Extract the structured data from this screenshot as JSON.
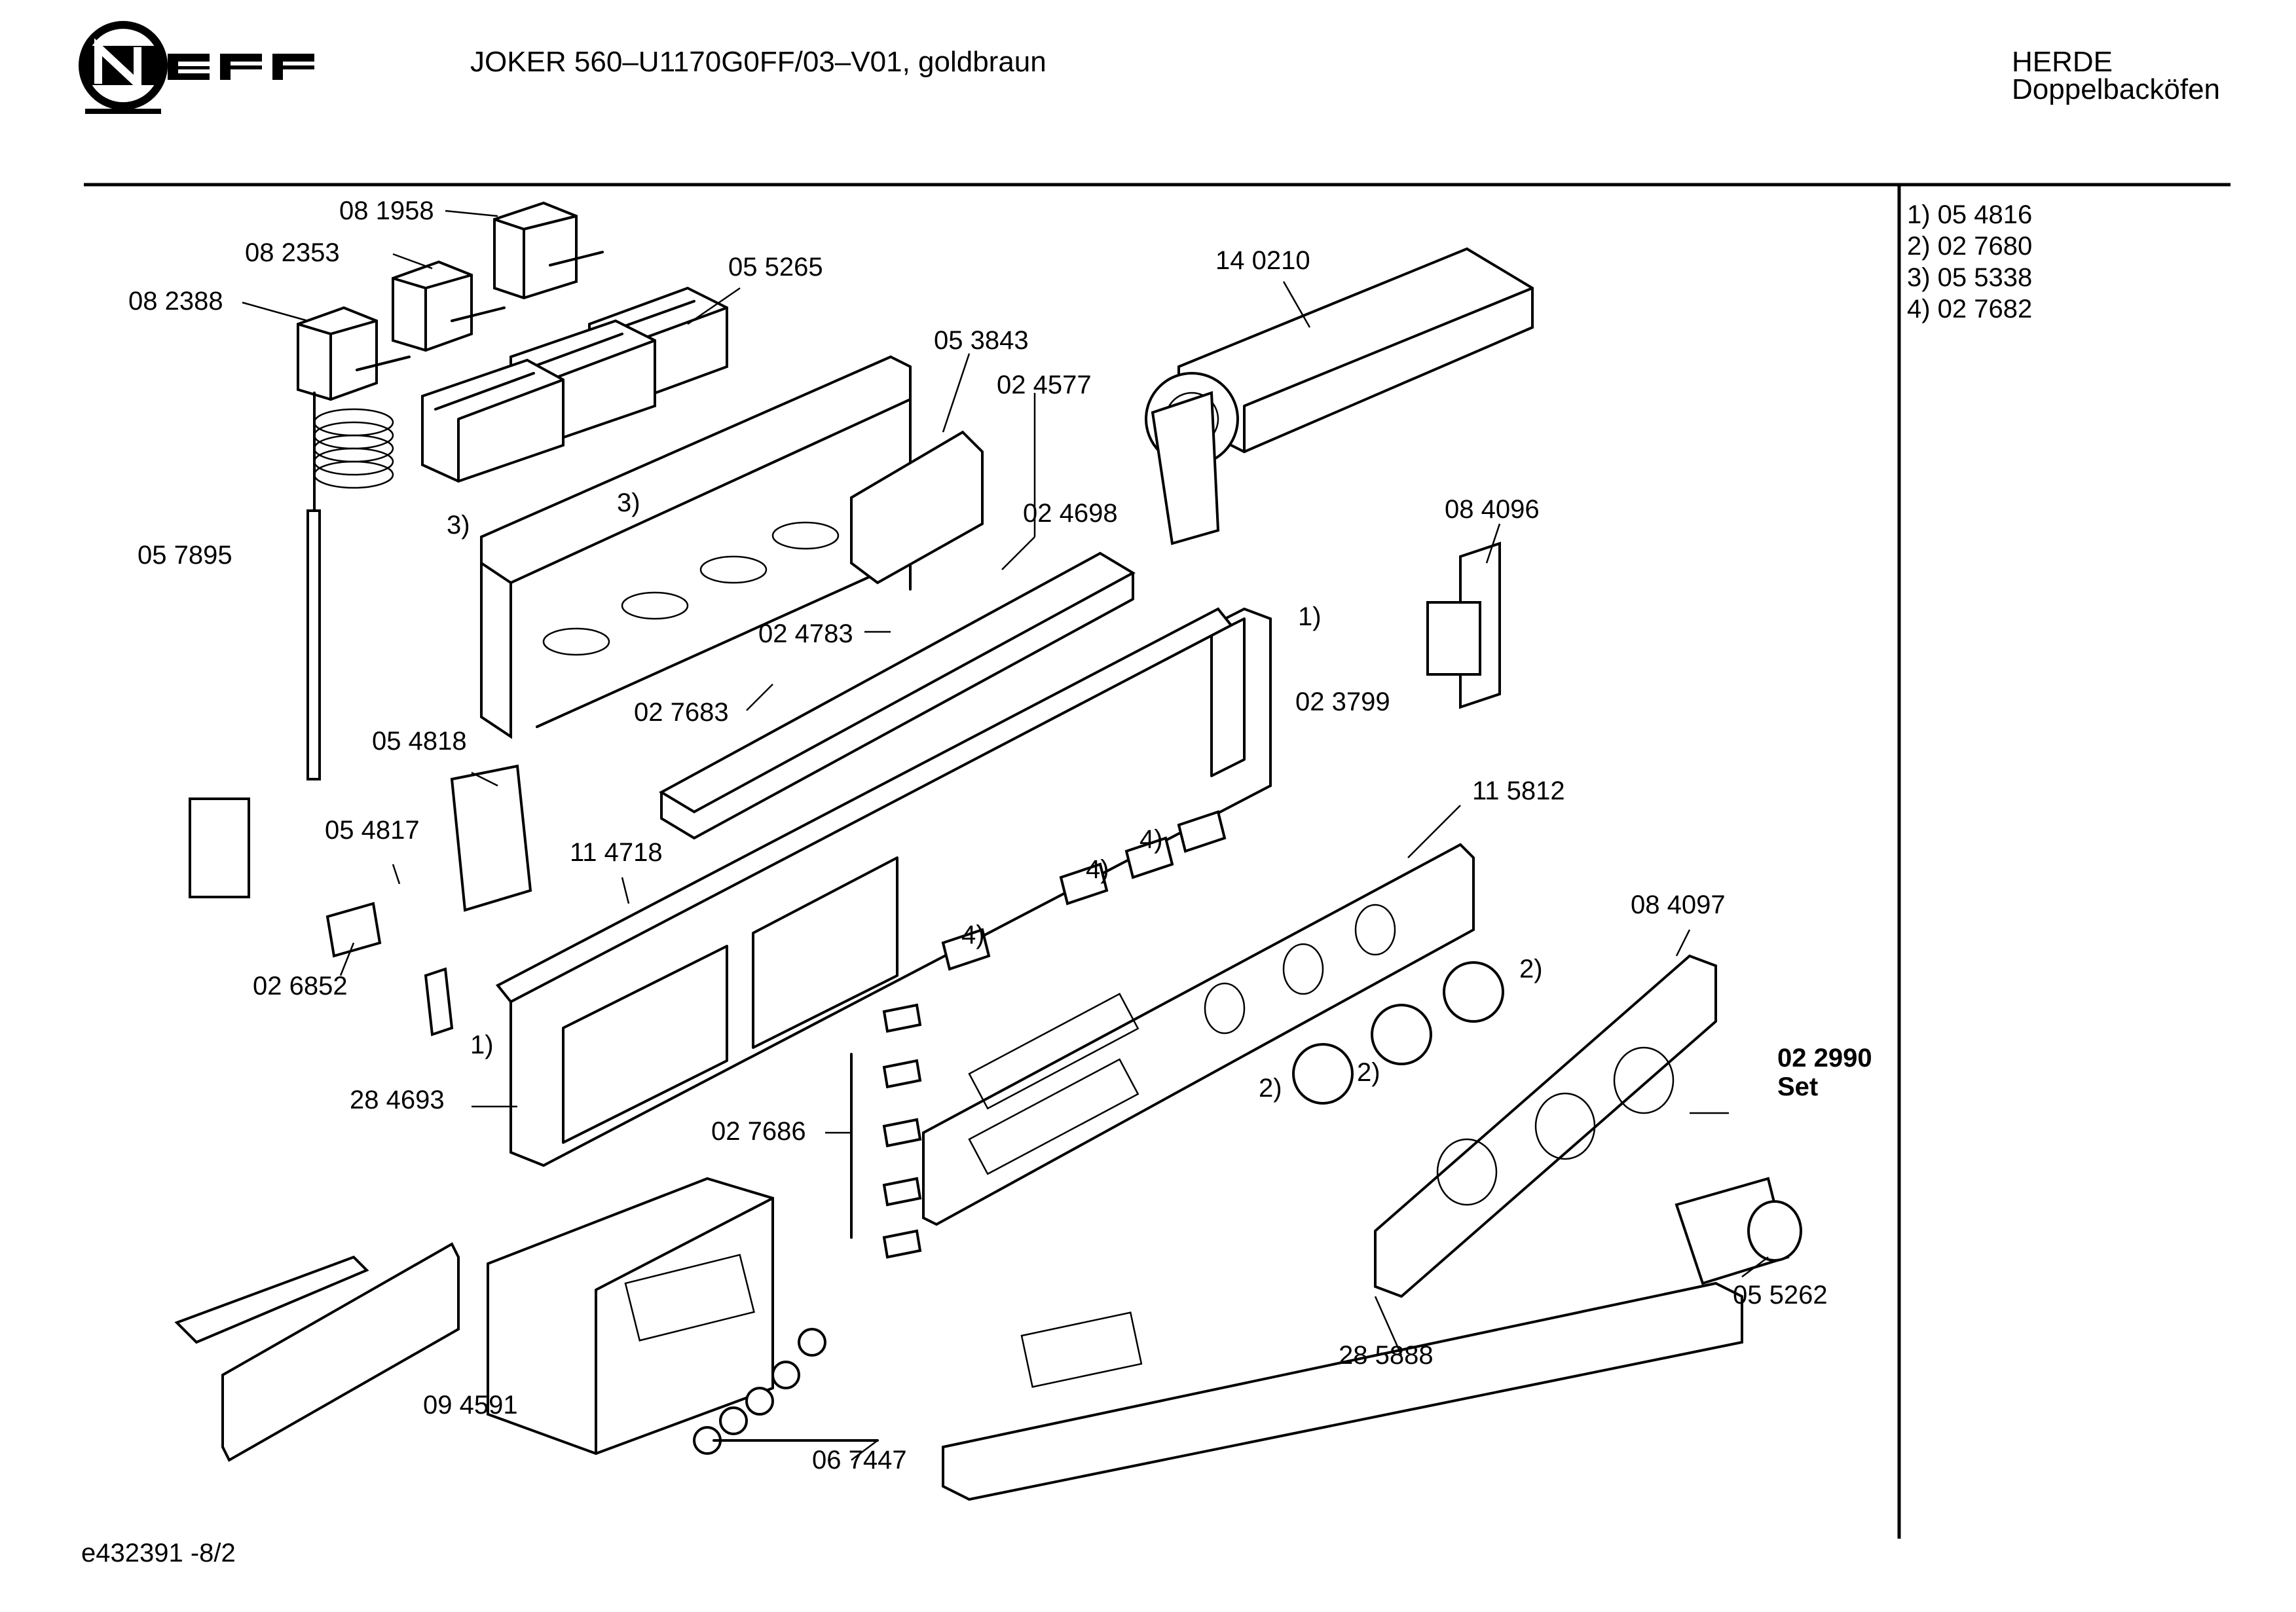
{
  "header": {
    "brand": "NEFF",
    "model": "JOKER 560–U1170G0FF/03–V01, goldbraun",
    "category": "HERDE",
    "subcategory": "Doppelbacköfen"
  },
  "footnotes": [
    "1) 05 4816",
    "2) 02 7680",
    "3) 05 5338",
    "4) 02 7682"
  ],
  "labels": {
    "p081958": "08 1958",
    "p082353": "08 2353",
    "p082388": "08 2388",
    "p055265": "05 5265",
    "p053843": "05 3843",
    "p024577": "02 4577",
    "p140210": "14 0210",
    "p024698": "02 4698",
    "p084096": "08 4096",
    "p057895": "05 7895",
    "p024783": "02 4783",
    "p027683": "02 7683",
    "p023799": "02 3799",
    "p054818": "05 4818",
    "p115812": "11 5812",
    "p054817": "05 4817",
    "p114718": "11 4718",
    "p026852": "02 6852",
    "p084097": "08 4097",
    "p022990": "02 2990",
    "p022990b": "Set",
    "p284693": "28 4693",
    "p027686": "02 7686",
    "p055262": "05 5262",
    "p094591": "09 4591",
    "p285888": "28 5888",
    "p067447": "06 7447",
    "ref3a": "3)",
    "ref3b": "3)",
    "ref1a": "1)",
    "ref1b": "1)",
    "ref4a": "4)",
    "ref4b": "4)",
    "ref4c": "4)",
    "ref2a": "2)",
    "ref2b": "2)",
    "ref2c": "2)"
  },
  "footer": {
    "drawing_id": "e432391 -8/2"
  }
}
